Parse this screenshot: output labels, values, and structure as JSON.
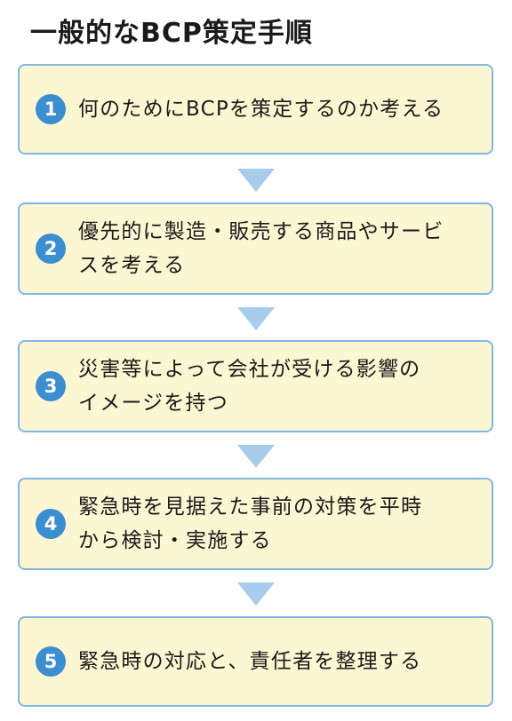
{
  "title": "一般的なBCP策定手順",
  "steps": [
    {
      "number": "1",
      "lines": [
        "何のためにBCPを策定するのか考える"
      ]
    },
    {
      "number": "2",
      "lines": [
        "優先的に製造・販売する商品やサービ",
        "スを考える"
      ]
    },
    {
      "number": "3",
      "lines": [
        "災害等によって会社が受ける影響の",
        "イメージを持つ"
      ]
    },
    {
      "number": "4",
      "lines": [
        "緊急時を見据えた事前の対策を平時",
        "から検討・実施する"
      ]
    },
    {
      "number": "5",
      "lines": [
        "緊急時の対応と、責任者を整理する"
      ]
    }
  ],
  "colors": {
    "box_fill": "#fdf6d3",
    "box_border": "#7fb8e4",
    "badge": "#3b8ed0",
    "arrow": "#a8ccec"
  }
}
